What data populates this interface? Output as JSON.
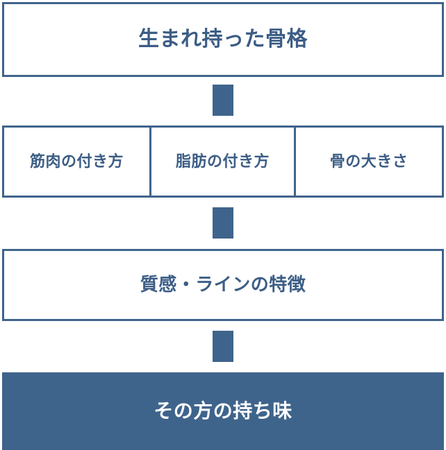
{
  "diagram": {
    "type": "flow-chart",
    "direction": "top-to-bottom",
    "colors": {
      "accent": "#3f648c",
      "outline_text": "#3c5d85",
      "filled_text": "#ffffff",
      "background": "#ffffff"
    },
    "nodes": [
      {
        "id": "origin",
        "label": "生まれ持った骨格",
        "style": "outline"
      },
      {
        "id": "factors",
        "style": "outline-split",
        "cells": [
          {
            "id": "muscle",
            "label": "筋肉の付き方"
          },
          {
            "id": "fat",
            "label": "脂肪の付き方"
          },
          {
            "id": "bone",
            "label": "骨の大きさ"
          }
        ]
      },
      {
        "id": "texture",
        "label": "質感・ラインの特徴",
        "style": "outline"
      },
      {
        "id": "result",
        "label": "その方の持ち味",
        "style": "filled"
      }
    ],
    "connectors": [
      {
        "id": "connector-1",
        "from": "origin",
        "to": "factors",
        "shape": "bar"
      },
      {
        "id": "connector-2",
        "from": "factors",
        "to": "texture",
        "shape": "bar"
      },
      {
        "id": "connector-3",
        "from": "texture",
        "to": "result",
        "shape": "bar"
      }
    ]
  }
}
